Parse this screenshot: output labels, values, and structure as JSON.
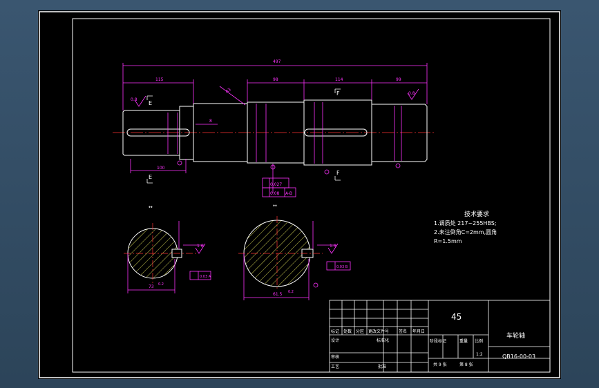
{
  "dims": {
    "total": "497",
    "left": "115",
    "mid1": "98",
    "mid2": "114",
    "right": "99",
    "bottom": "100",
    "keyway": "8",
    "angle": "A3"
  },
  "labels": {
    "section_e": "E",
    "section_f": "F",
    "arrow_a": "↔",
    "arrow_b": "↔"
  },
  "tolerances": {
    "tol1": "0.027",
    "tol2": "0.08",
    "datum": "A-B",
    "ra_left": "0.8",
    "ra_right": "0.8"
  },
  "section_views": {
    "left_dim": "73",
    "left_sub": "0.2",
    "left_key": "1.6",
    "left_gt": "0.03 A",
    "right_dim": "61.5",
    "right_sub": "0.2",
    "right_key": "1.6",
    "right_gt": "0.03 B"
  },
  "tech_req": {
    "title": "技术要求",
    "line1": "1.调质处 217~255HBS;",
    "line2": "2.未注倒角C=2mm,圆角",
    "line3": "R=1.5mm"
  },
  "title_block": {
    "material": "45",
    "part_name": "车轮轴",
    "drawing_no": "QB16-00-03",
    "scale": "1:2",
    "h_mark": "标记",
    "h_count": "处数",
    "h_zone": "分区",
    "h_change": "更改文件号",
    "h_sign": "签名",
    "h_date": "年月日",
    "h_design": "设计",
    "h_std": "标准化",
    "h_stage": "阶段标记",
    "h_weight": "重量",
    "h_ratio": "比例",
    "h_review": "审核",
    "h_process": "工艺",
    "h_approve": "批准",
    "sheets": "共 9 张",
    "sheet_no": "第 8 张"
  }
}
